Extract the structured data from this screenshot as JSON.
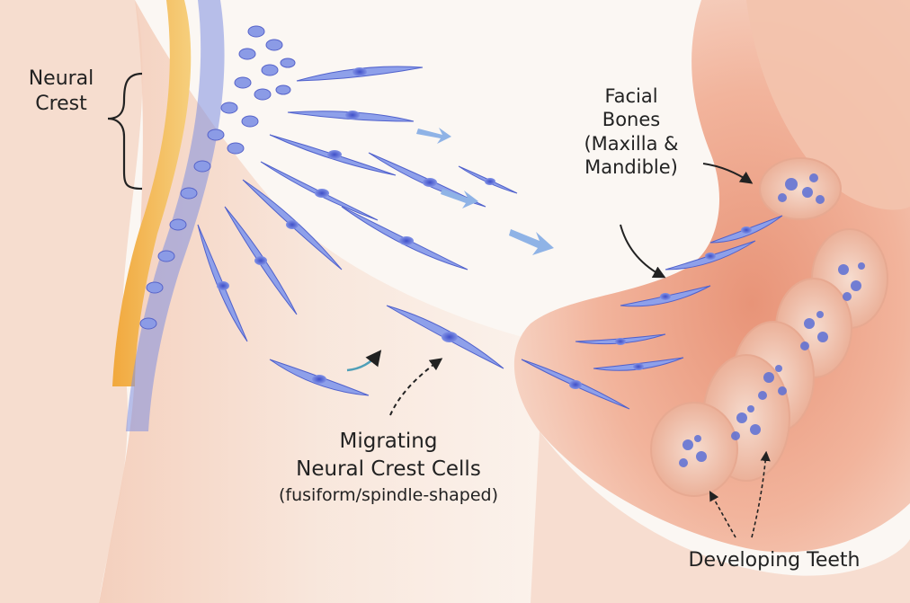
{
  "labels": {
    "neural_crest": [
      "Neural",
      "Crest"
    ],
    "facial_bones": [
      "Facial",
      "Bones",
      "(Maxilla &",
      "Mandible)"
    ],
    "migrating": [
      "Migrating",
      "Neural Crest Cells",
      "(fusiform/spindle-shaped)"
    ],
    "developing_teeth": "Developing Teeth"
  },
  "colors": {
    "background": "#fbf7f3",
    "tissue_pink": "#f1b49b",
    "cell_blue": "#5b6fd6",
    "neural_crest_band": "#f3b95a",
    "label_text": "#222222"
  },
  "icons": {
    "neural_crest_bracket": "curly-brace-icon",
    "migration_arrows": "arrow-right-icon",
    "pointer_arrows": "curved-arrow-icon"
  }
}
